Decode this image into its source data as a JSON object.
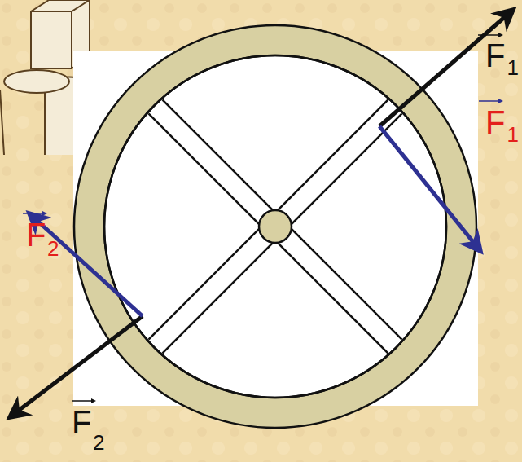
{
  "diagram": {
    "labels": [
      "F",
      "1",
      "F",
      "1",
      "F",
      "2",
      "F",
      "2"
    ]
  }
}
